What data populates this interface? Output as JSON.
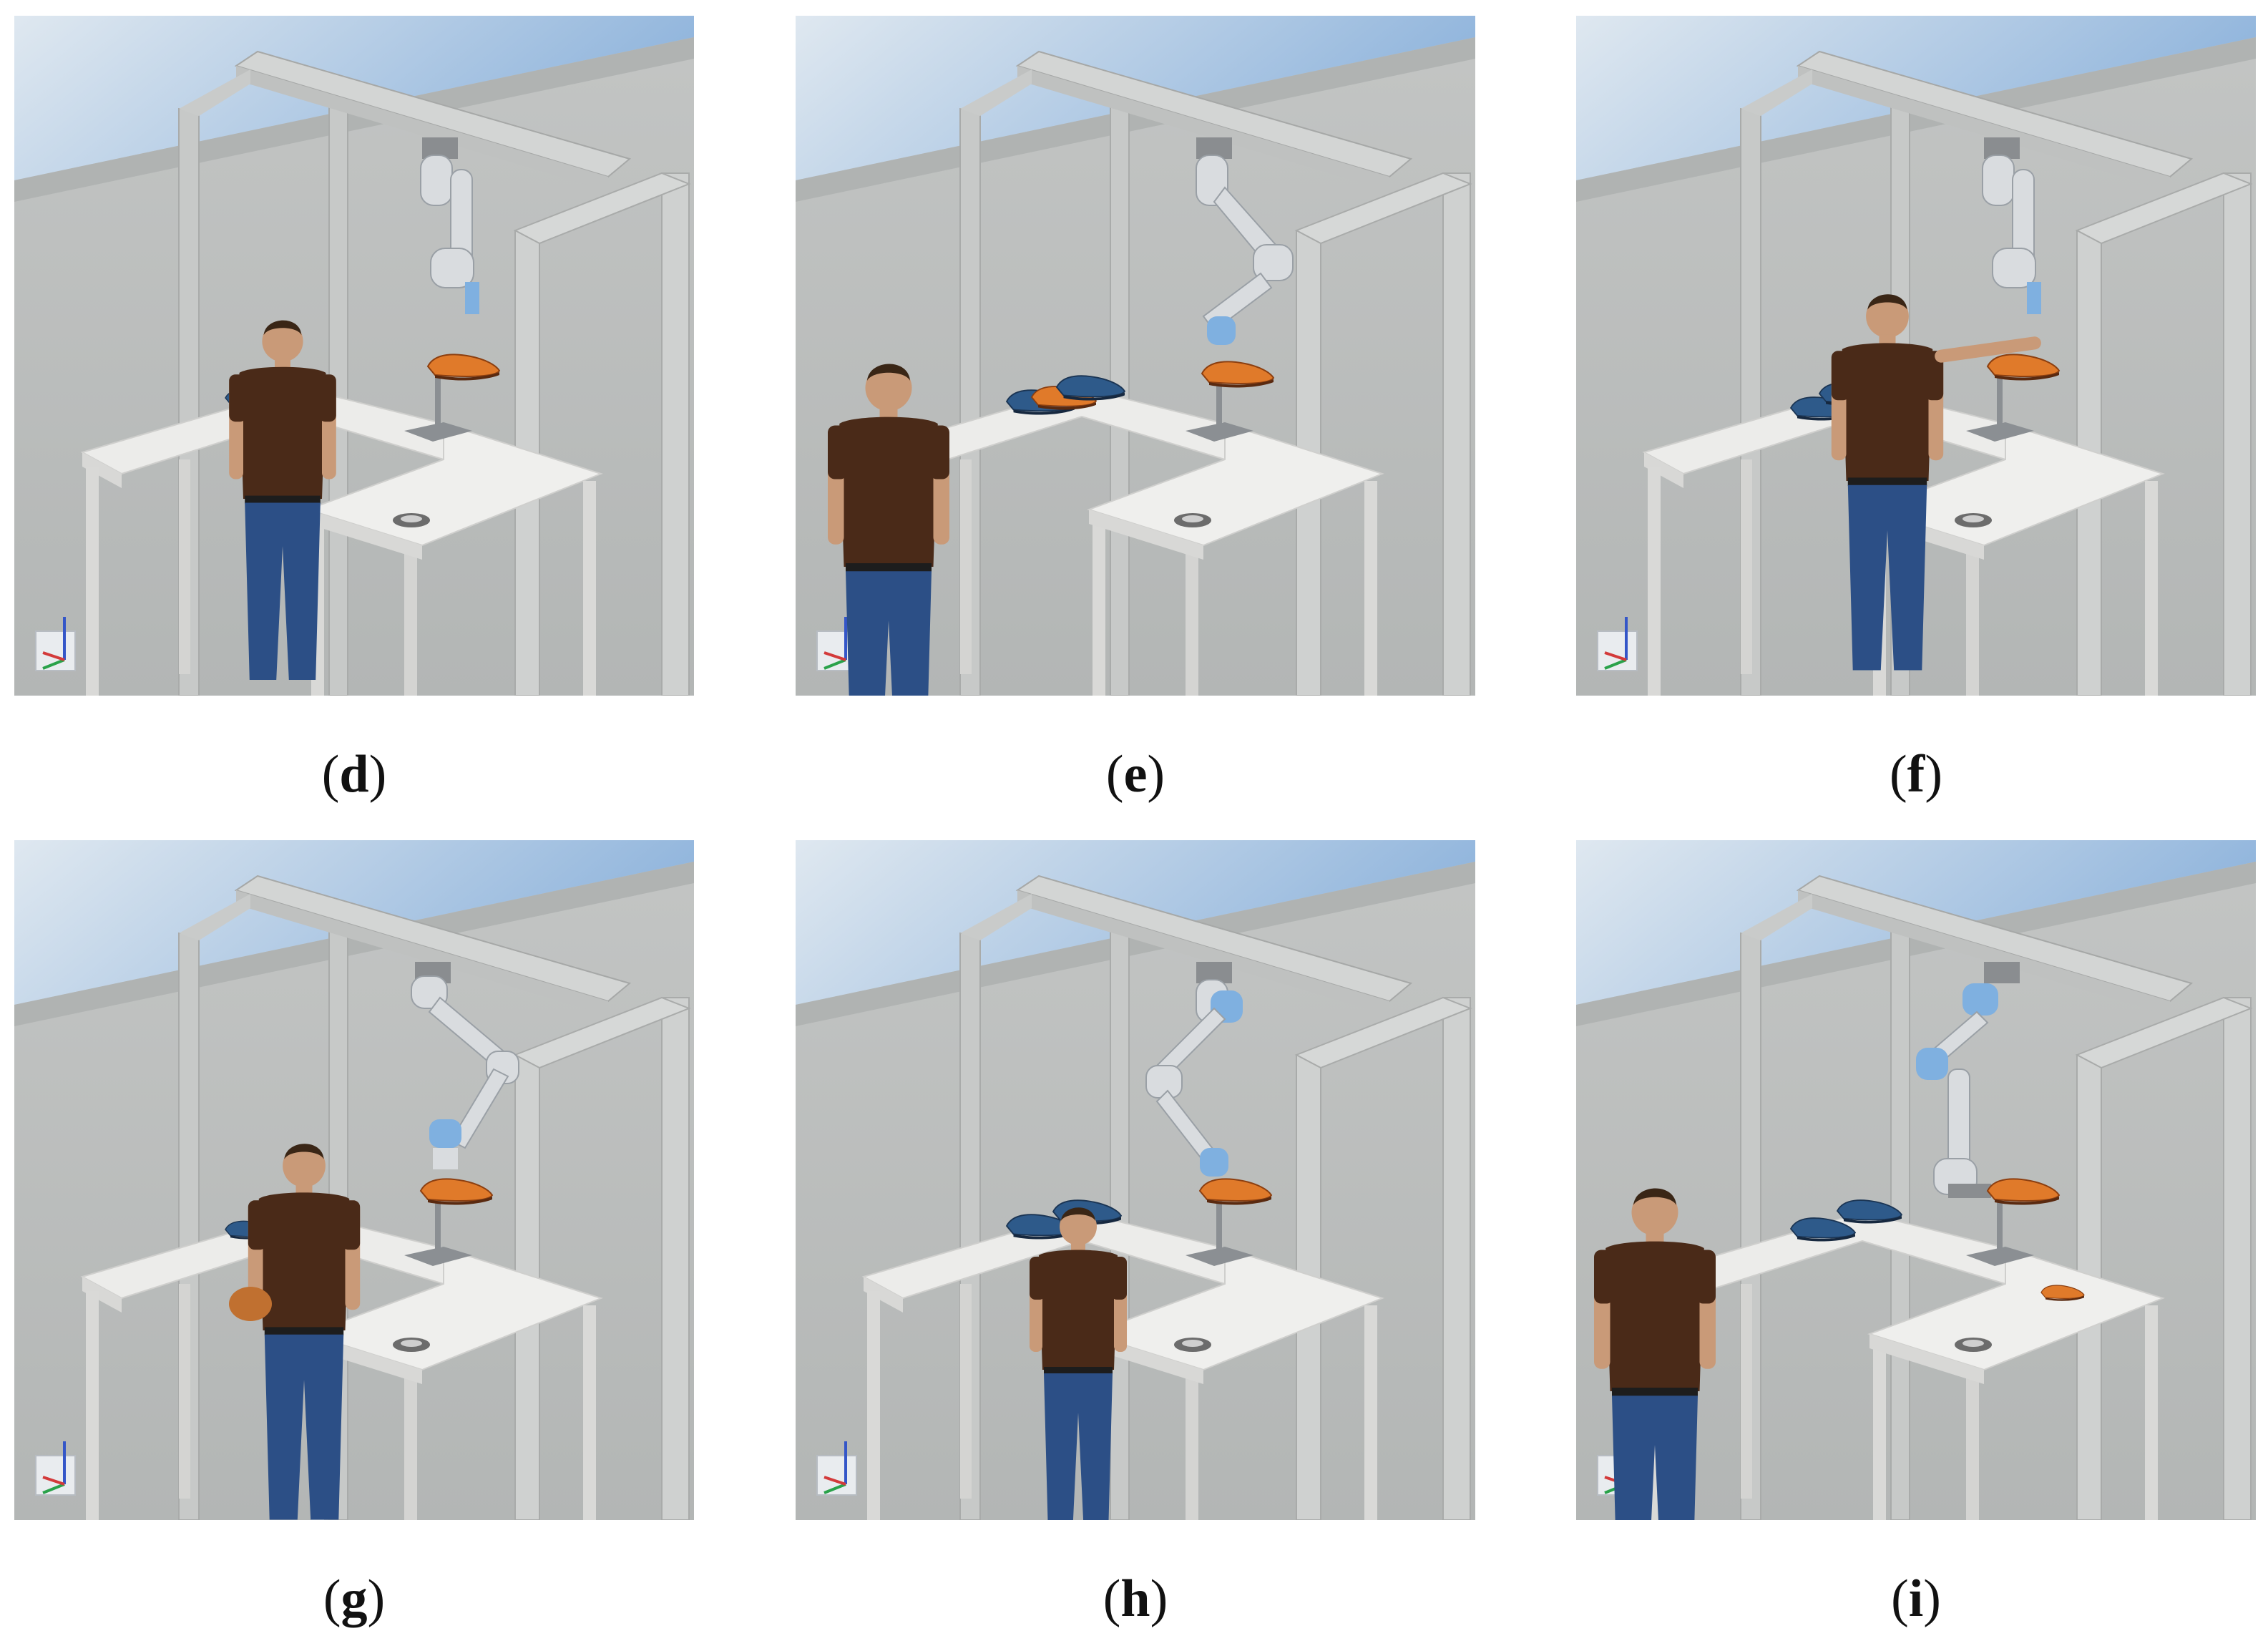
{
  "figure": {
    "panels": [
      {
        "id": "d",
        "caption_open": "(",
        "caption_letter": "d",
        "caption_close": ")"
      },
      {
        "id": "e",
        "caption_open": "(",
        "caption_letter": "e",
        "caption_close": ")"
      },
      {
        "id": "f",
        "caption_open": "(",
        "caption_letter": "f",
        "caption_close": ")"
      },
      {
        "id": "g",
        "caption_open": "(",
        "caption_letter": "g",
        "caption_close": ")"
      },
      {
        "id": "h",
        "caption_open": "(",
        "caption_letter": "h",
        "caption_close": ")"
      },
      {
        "id": "i",
        "caption_open": "(",
        "caption_letter": "i",
        "caption_close": ")"
      }
    ]
  },
  "colors": {
    "sky": "#9fc0e0",
    "wall": "#b9bcbb",
    "table": "#ececea",
    "frame": "#c8cac9",
    "robot": "#d9dcdf",
    "robot_joint": "#7fb0e0",
    "shoe_orange": "#e07a2a",
    "shoe_blue": "#2e5a8a",
    "human_shirt": "#4a2a18",
    "human_jeans": "#2c4f86",
    "human_skin": "#c99a78"
  }
}
